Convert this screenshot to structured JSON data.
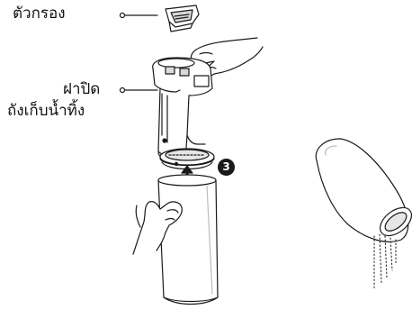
{
  "labels": {
    "filter": "ตัวกรอง",
    "lid_line1": "ฝาปิด",
    "lid_line2": "ถังเก็บน้ำทิ้ง"
  },
  "step": {
    "number": "3"
  },
  "colors": {
    "ink": "#1a1a1a",
    "paper": "#ffffff",
    "shade": "#d9d9d9"
  }
}
